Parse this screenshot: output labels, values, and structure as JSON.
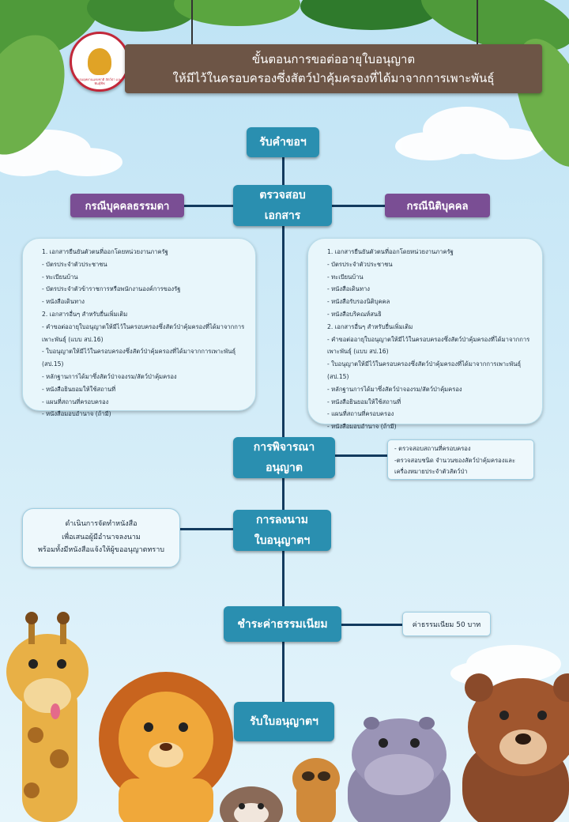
{
  "header": {
    "title_line1": "ขั้นตอนการขอต่ออายุใบอนุญาต",
    "title_line2": "ให้มีไว้ในครอบครองซึ่งสัตว์ป่าคุ้มครองที่ได้มาจากการเพาะพันธุ์",
    "logo_text": "กรมอุทยานแห่งชาติ สัตว์ป่า และพันธุ์พืช"
  },
  "steps": {
    "receive": "รับคำขอฯ",
    "check_line1": "ตรวจสอบ",
    "check_line2": "เอกสาร",
    "consider_line1": "การพิจารณา",
    "consider_line2": "อนุญาต",
    "sign_line1": "การลงนาม",
    "sign_line2": "ใบอนุญาตฯ",
    "fee": "ชำระค่าธรรมเนียม",
    "get": "รับใบอนุญาตฯ"
  },
  "cases": {
    "individual": "กรณีบุคคลธรรมดา",
    "juristic": "กรณีนิติบุคคล"
  },
  "docs_individual": [
    "1. เอกสารยืนยันตัวตนที่ออกโดยหน่วยงานภาครัฐ",
    "- บัตรประจำตัวประชาชน",
    "- ทะเบียนบ้าน",
    "- บัตรประจำตัวข้าราชการหรือพนักงานองค์การของรัฐ",
    "- หนังสือเดินทาง",
    "2. เอกสารอื่นๆ สำหรับยื่นเพิ่มเติม",
    "- คำขอต่ออายุใบอนุญาตให้มีไว้ในครอบครองซึ่งสัตว์ป่าคุ้มครองที่ได้มาจากการ",
    "เพาะพันธุ์ (แบบ สป.16)",
    "- ใบอนุญาตให้มีไว้ในครอบครองซึ่งสัตว์ป่าคุ้มครองที่ได้มาจากการเพาะพันธุ์",
    "(สป.15)",
    "- หลักฐานการได้มาซึ่งสัตว์ป่าจองรม/สัตว์ป่าคุ้มครอง",
    "- หนังสือยินยอมให้ใช้สถานที่",
    "- แผนที่สถานที่ครอบครอง",
    "- หนังสือมอบอำนาจ (ถ้ามี)"
  ],
  "docs_juristic": [
    "1. เอกสารยืนยันตัวตนที่ออกโดยหน่วยงานภาครัฐ",
    "- บัตรประจำตัวประชาชน",
    "- ทะเบียนบ้าน",
    "- หนังสือเดินทาง",
    "- หนังสือรับรองนิติบุคคล",
    "- หนังสือบริคณห์สนธิ",
    "2. เอกสารอื่นๆ สำหรับยื่นเพิ่มเติม",
    "- คำขอต่ออายุใบอนุญาตให้มีไว้ในครอบครองซึ่งสัตว์ป่าคุ้มครองที่ได้มาจากการ",
    "เพาะพันธุ์ (แบบ สป.16)",
    "- ใบอนุญาตให้มีไว้ในครอบครองซึ่งสัตว์ป่าคุ้มครองที่ได้มาจากการเพาะพันธุ์",
    "(สป.15)",
    "- หลักฐานการได้มาซึ่งสัตว์ป่าจองรม/สัตว์ป่าคุ้มครอง",
    "- หนังสือยินยอมให้ใช้สถานที่",
    "- แผนที่สถานที่ครอบครอง",
    "- หนังสือมอบอำนาจ (ถ้ามี)"
  ],
  "consider_notes": [
    "- ตรวจสอบสถานที่ครอบครอง",
    "-ตรวจสอบชนิด จำนวนของสัตว์ป่าคุ้มครองและ",
    "เครื่องหมายประจำตัวสัตว์ป่า"
  ],
  "sign_notes": [
    "ดำเนินการจัดทำหนังสือ",
    "เพื่อเสนอผู้มีอำนาจลงนาม",
    "พร้อมทั้งมีหนังสือแจ้งให้ผู้ขออนุญาตทราบ"
  ],
  "fee_note": "ค่าธรรมเนียม 50 บาท",
  "colors": {
    "step_box": "#2a8fb0",
    "case_box": "#7a4e94",
    "title_bar": "#6d5546",
    "connector": "#123a5e",
    "sky": "#cfe9f6"
  }
}
